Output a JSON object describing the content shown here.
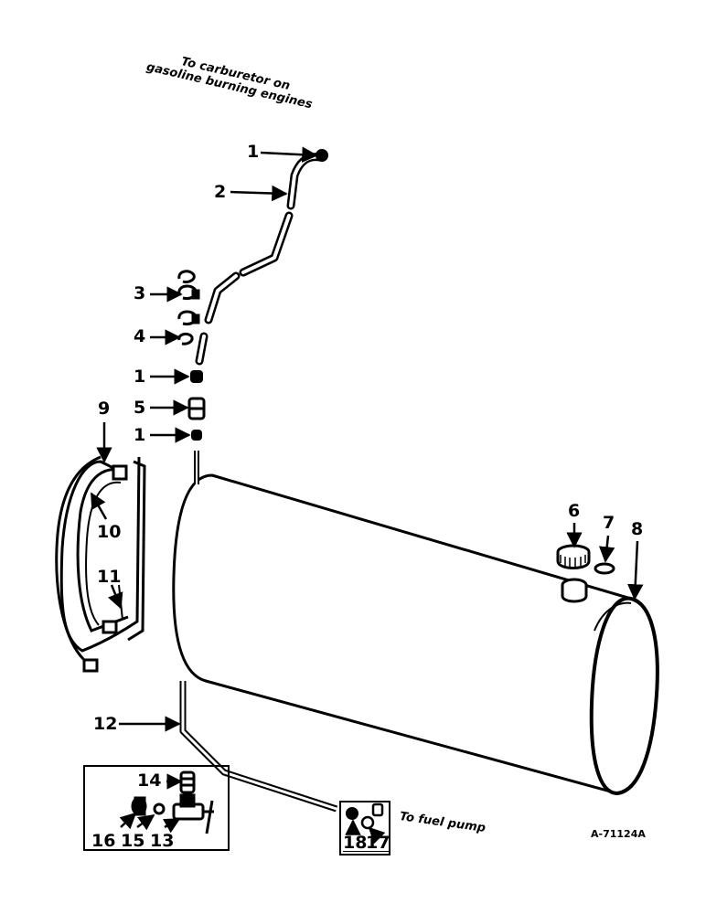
{
  "notes": {
    "carburetor_line1": "To carburetor on",
    "carburetor_line2": "gasoline burning engines",
    "fuel_pump": "To fuel pump",
    "drawing_number": "A-71124A"
  },
  "callouts": {
    "c1_top": "1",
    "c2": "2",
    "c3": "3",
    "c4": "4",
    "c1_mid": "1",
    "c5": "5",
    "c1_low": "1",
    "c9": "9",
    "c10": "10",
    "c11": "11",
    "c6": "6",
    "c7": "7",
    "c8": "8",
    "c12": "12",
    "c14": "14",
    "c16": "16",
    "c15": "15",
    "c13": "13",
    "c18": "18",
    "c17": "17"
  },
  "colors": {
    "ink": "#000000",
    "paper": "#ffffff"
  }
}
